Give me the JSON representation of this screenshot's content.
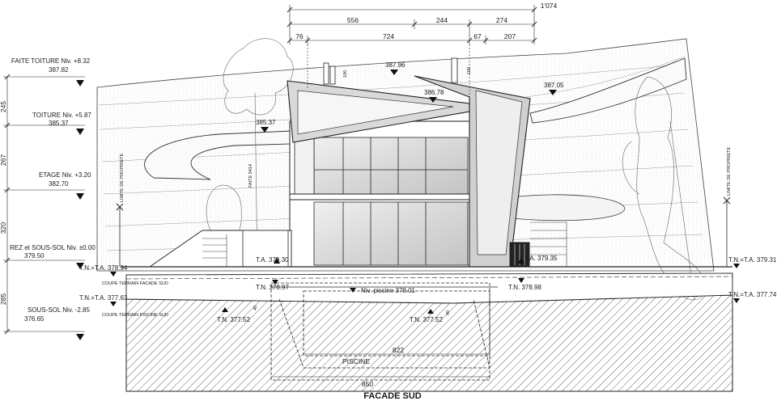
{
  "title": "FACADE SUD",
  "top_dimensions": {
    "overall": "1'074",
    "row2": [
      "556",
      "244",
      "274"
    ],
    "row3": [
      "76",
      "724",
      "67",
      "207"
    ]
  },
  "vertical_dimensions": [
    "245",
    "267",
    "320",
    "285"
  ],
  "levels": [
    {
      "name": "FAITE TOITURE Niv. +8.32",
      "value": "387.82"
    },
    {
      "name": "TOITURE Niv. +5.87",
      "value": "385.37"
    },
    {
      "name": "ETAGE Niv. +3.20",
      "value": "382.70"
    },
    {
      "name": "REZ et SOUS-SOL Niv. ±0.00",
      "value": "379.50"
    },
    {
      "name": "SOUS-SOL Niv. -2.85",
      "value": "376.65"
    }
  ],
  "roof_levels": [
    "387.96",
    "386.78",
    "387.05",
    "385.37"
  ],
  "roof_dims": [
    "100",
    "100"
  ],
  "faite_label": "FAITE 9414",
  "property_limit": "LIMITE DE PROPRIETE",
  "coupe_label_1": "COUPE TERRAIN FACADE SUD",
  "coupe_label_2": "COUPE TERRAIN PISCINE SUD",
  "terrain_labels": {
    "tn_left_top": "T.N.=T.A. 378.94",
    "tn_left_bottom": "T.N.=T.A. 377.63",
    "ta_center": "T.A. 379.30",
    "tn_center": "T.N. 378.97",
    "ta_right": "T.A. 379.35",
    "tn_right": "T.N. 378.98",
    "tn_far_right_top": "T.N.=T.A. 379.31",
    "tn_far_right_bottom": "T.N.=T.A. 377.74",
    "tn_bottom_left": "T.N. 377.52",
    "tn_bottom_mid": "T.N. 377.52"
  },
  "pool_level": "Niv. piscine 378.01",
  "pool_label": "PISCINE",
  "pool_dims": [
    "822",
    "850"
  ],
  "small_dims": [
    "40",
    "40"
  ]
}
